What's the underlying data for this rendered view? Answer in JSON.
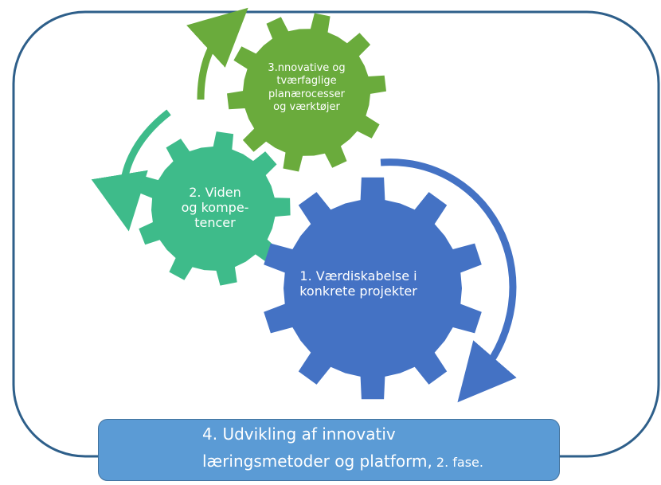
{
  "gears": {
    "g1": {
      "line1": "1. Værdiskabelse i",
      "line2": "konkrete projekter",
      "color": "#4472c4"
    },
    "g2": {
      "line1": "2. Viden",
      "line2": "og kompe-",
      "line3": "tencer",
      "color": "#3ebb8a"
    },
    "g3": {
      "line1": "3.nnovative og",
      "line2": "tværfaglige",
      "line3": "planærocesser",
      "line4": "og værktøjer",
      "color": "#6aab3c"
    }
  },
  "banner": {
    "line1": "4. Udvikling af innovativ",
    "line2": "læringsmetoder og platform,",
    "line2_suffix": " 2. fase.",
    "color": "#5b9bd5"
  },
  "frame_color": "#2e5f8a"
}
